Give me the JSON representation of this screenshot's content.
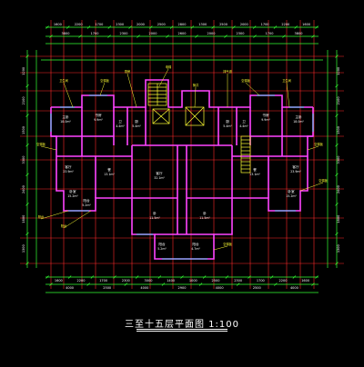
{
  "drawing": {
    "title": "三至十五层平面图 1:100",
    "colors": {
      "background": "#000000",
      "axis": "#ff2a2a",
      "dimension": "#33ff33",
      "wall": "#ff44ff",
      "annotation": "#ffff33",
      "label": "#ffffff",
      "cyan": "#33ffff"
    },
    "top_dims_outer": [
      "1600",
      "2200",
      "1700",
      "2300",
      "2000",
      "2500",
      "2800",
      "1300",
      "2500",
      "2000",
      "1700",
      "2200",
      "1600"
    ],
    "top_dims_inner": [
      "3800",
      "1700",
      "2300",
      "2000",
      "2600",
      "2000",
      "2300",
      "1700",
      "3800"
    ],
    "bottom_dims_inner": [
      "1600",
      "2200",
      "1700",
      "2300",
      "3000",
      "1400",
      "1000",
      "2500",
      "2300",
      "1700",
      "2200",
      "1600"
    ],
    "bottom_dims_outer": [
      "4000",
      "2500",
      "4000",
      "2900",
      "4000",
      "2500",
      "4000"
    ],
    "left_dims": [
      "1200",
      "2100",
      "1500",
      "3300",
      "2400",
      "1800",
      "1300"
    ],
    "right_dims": [
      "1200",
      "2100",
      "1500",
      "3300",
      "2400",
      "1800",
      "1300"
    ],
    "room_labels": [
      {
        "text": "主卧"
      },
      {
        "text": "书房"
      },
      {
        "text": "卫"
      },
      {
        "text": "厨"
      },
      {
        "text": "主卧"
      },
      {
        "text": "书房"
      },
      {
        "text": "卫"
      },
      {
        "text": "厨"
      },
      {
        "text": "客厅"
      },
      {
        "text": "客厅"
      },
      {
        "text": "餐"
      },
      {
        "text": "餐"
      },
      {
        "text": "卧室"
      },
      {
        "text": "卧室"
      },
      {
        "text": "客厅"
      },
      {
        "text": "卧"
      },
      {
        "text": "卧"
      },
      {
        "text": "阳台"
      },
      {
        "text": "阳台"
      },
      {
        "text": "阳台"
      }
    ],
    "area_labels": [
      {
        "text": "18.0m²"
      },
      {
        "text": "9.9m²"
      },
      {
        "text": "4.4m²"
      },
      {
        "text": "5.4m²"
      },
      {
        "text": "18.0m²"
      },
      {
        "text": "9.9m²"
      },
      {
        "text": "4.4m²"
      },
      {
        "text": "5.4m²"
      },
      {
        "text": "23.9m²"
      },
      {
        "text": "23.9m²"
      },
      {
        "text": "13.1m²"
      },
      {
        "text": "13.1m²"
      },
      {
        "text": "15.2m²"
      },
      {
        "text": "15.2m²"
      },
      {
        "text": "32.1m²"
      },
      {
        "text": "11.5m²"
      },
      {
        "text": "11.5m²"
      },
      {
        "text": "5.2m²"
      },
      {
        "text": "4.7m²"
      },
      {
        "text": "5.2m²"
      }
    ],
    "callouts": [
      {
        "text": "卫生间"
      },
      {
        "text": "空调板"
      },
      {
        "text": "厨房"
      },
      {
        "text": "电梯"
      },
      {
        "text": "管井"
      },
      {
        "text": "空调板"
      },
      {
        "text": "卫生间"
      },
      {
        "text": "排气道"
      },
      {
        "text": "空调板"
      },
      {
        "text": "空调板"
      },
      {
        "text": "阳台"
      },
      {
        "text": "空调板"
      },
      {
        "text": "阳台"
      },
      {
        "text": "空调板"
      }
    ]
  }
}
